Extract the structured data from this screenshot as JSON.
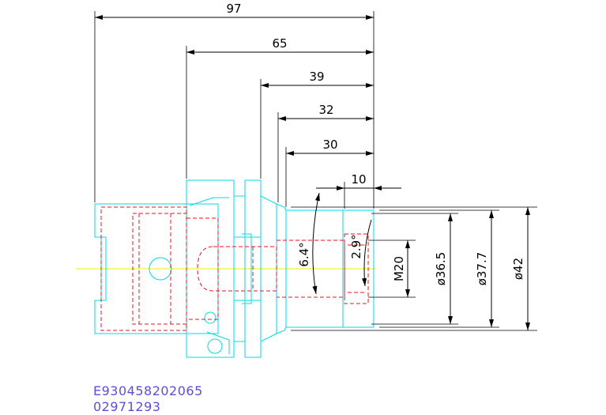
{
  "colors": {
    "part_outline": "#00d8e8",
    "hidden_lines": "#e8141c",
    "centerline": "#f0f000",
    "dimensions": "#000000",
    "codes": "#5a4fd6"
  },
  "dimensions": {
    "length_97": "97",
    "length_65": "65",
    "length_39": "39",
    "length_32": "32",
    "length_30": "30",
    "length_10": "10",
    "angle_6_4": "6.4°",
    "angle_2_9": "2.9°",
    "thread_m20": "M20",
    "dia_36_5": "ø36.5",
    "dia_37_7": "ø37.7",
    "dia_42": "ø42"
  },
  "codes": {
    "line1": "E930458202065",
    "line2": "02971293"
  }
}
